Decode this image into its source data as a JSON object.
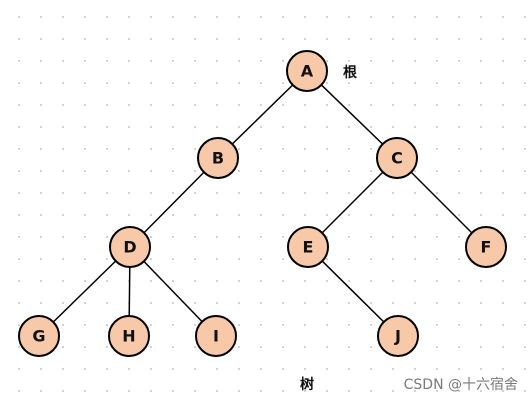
{
  "labels": {
    "root": "根",
    "tree": "树"
  },
  "watermark": "CSDN @十六宿舍",
  "nodes": [
    {
      "id": "A",
      "label": "A"
    },
    {
      "id": "B",
      "label": "B"
    },
    {
      "id": "C",
      "label": "C"
    },
    {
      "id": "D",
      "label": "D"
    },
    {
      "id": "E",
      "label": "E"
    },
    {
      "id": "F",
      "label": "F"
    },
    {
      "id": "G",
      "label": "G"
    },
    {
      "id": "H",
      "label": "H"
    },
    {
      "id": "I",
      "label": "I"
    },
    {
      "id": "J",
      "label": "J"
    }
  ],
  "edges": [
    [
      "A",
      "B"
    ],
    [
      "A",
      "C"
    ],
    [
      "B",
      "D"
    ],
    [
      "C",
      "E"
    ],
    [
      "C",
      "F"
    ],
    [
      "D",
      "G"
    ],
    [
      "D",
      "H"
    ],
    [
      "D",
      "I"
    ],
    [
      "E",
      "J"
    ]
  ]
}
